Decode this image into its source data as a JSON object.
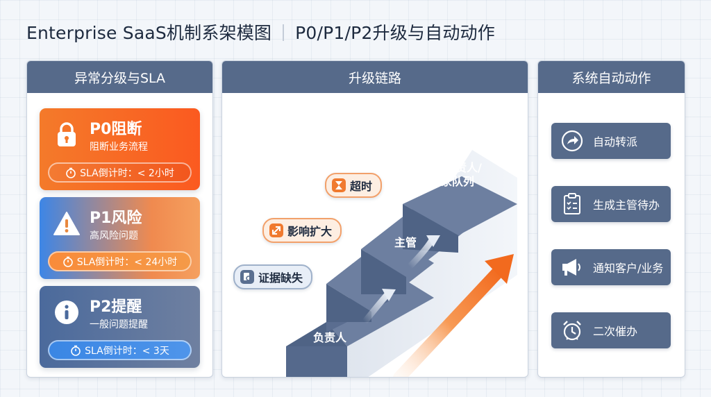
{
  "title": {
    "main": "Enterprise SaaS机制系架模图",
    "sub": "P0/P1/P2升级与自动动作"
  },
  "left_panel": {
    "header": "异常分级与SLA",
    "cards": [
      {
        "title": "P0阻断",
        "subtitle": "阻断业务流程",
        "sla": "SLA倒计时：< 2小时",
        "icon": "lock-icon"
      },
      {
        "title": "P1风险",
        "subtitle": "高风险问题",
        "sla": "SLA倒计时：< 24小时",
        "icon": "warning-icon"
      },
      {
        "title": "P2提醒",
        "subtitle": "一般问题提醒",
        "sla": "SLA倒计时：< 3天",
        "icon": "info-icon"
      }
    ]
  },
  "middle_panel": {
    "header": "升级链路",
    "steps": [
      "负责人",
      "主管",
      "部门负责人/\n专家队列"
    ],
    "triggers": [
      {
        "label": "超时",
        "icon": "hourglass-icon"
      },
      {
        "label": "影响扩大",
        "icon": "expand-icon"
      },
      {
        "label": "证据缺失",
        "icon": "document-search-icon"
      }
    ]
  },
  "right_panel": {
    "header": "系统自动动作",
    "actions": [
      {
        "label": "自动转派",
        "icon": "forward-arrow-icon"
      },
      {
        "label": "生成主管待办",
        "icon": "clipboard-checklist-icon"
      },
      {
        "label": "通知客户/业务",
        "icon": "megaphone-icon"
      },
      {
        "label": "二次催办",
        "icon": "alarm-clock-icon"
      }
    ]
  },
  "colors": {
    "header": "#566a8a",
    "p0": "#f47a2a",
    "p1": "#3d86e6",
    "p2": "#4b6a9c",
    "accent_orange": "#f07a2f",
    "step_top": "#6d7fa0",
    "step_front": "#4f6385"
  }
}
